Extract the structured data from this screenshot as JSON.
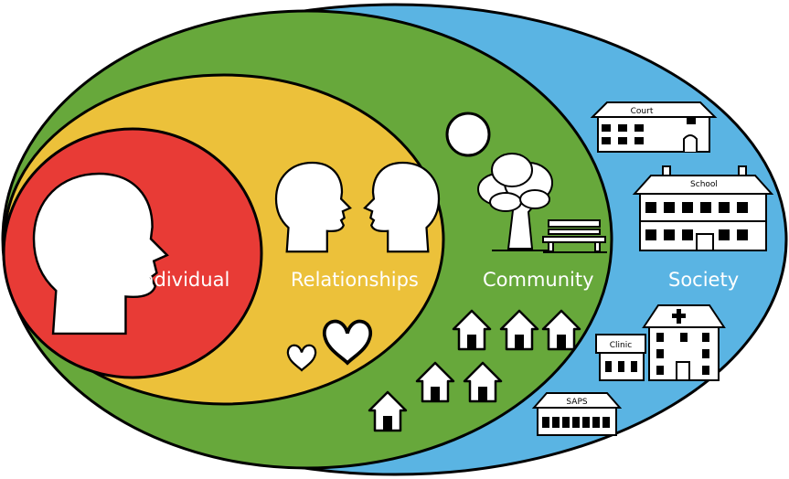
{
  "levels": {
    "individual": "Individual",
    "relationships": "Relationships",
    "community": "Community",
    "society": "Society"
  },
  "buildings": {
    "court": "Court",
    "school": "School",
    "clinic": "Clinic",
    "saps": "SAPS"
  },
  "colors": {
    "society": "#5ab4e3",
    "community": "#67a83b",
    "relationships": "#ecc13a",
    "individual": "#e83b36"
  },
  "icons": [
    "head-icon",
    "heart-icon",
    "tree-icon",
    "bench-icon",
    "house-icon",
    "sun-icon",
    "court-building-icon",
    "school-building-icon",
    "clinic-building-icon",
    "saps-building-icon"
  ]
}
